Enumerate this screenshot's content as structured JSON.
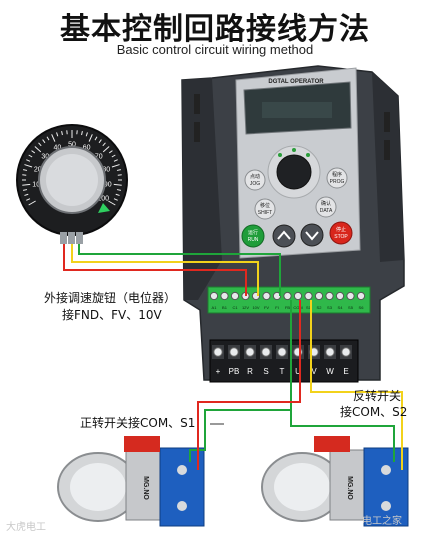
{
  "title": "基本控制回路接线方法",
  "subtitle": "Basic control circuit wiring method",
  "operator_panel": {
    "header": "DGTAL OPERATOR",
    "keys": {
      "jog": [
        "点动",
        "JOG"
      ],
      "prog": [
        "程序",
        "PROG"
      ],
      "shift": [
        "移位",
        "SHIFT"
      ],
      "data": [
        "确认",
        "DATA"
      ],
      "run": [
        "运行",
        "RUN"
      ],
      "stop": [
        "停止",
        "STOP"
      ]
    }
  },
  "knob_scale": [
    "10",
    "20",
    "30",
    "40",
    "50",
    "60",
    "70",
    "80",
    "90",
    "100"
  ],
  "control_terminals": [
    "A1",
    "B1",
    "C1",
    "12V",
    "10V",
    "FV",
    "FI",
    "FB",
    "COM",
    "S1",
    "S2",
    "S3",
    "S4",
    "S5",
    "S6"
  ],
  "power_terminals": [
    "+",
    "PB",
    "R",
    "S",
    "T",
    "U",
    "V",
    "W",
    "E"
  ],
  "labels": {
    "knob_line1": "外接调速旋钮（电位器）",
    "knob_line2": "接FND、FV、10V",
    "forward": "正转开关接COM、S1",
    "reverse_line1": "反转开关",
    "reverse_line2": "接COM、S2"
  },
  "switch_brand": "MG.NO",
  "watermarks": {
    "left": "大虎电工",
    "right": "电工之家"
  },
  "colors": {
    "wire_red": "#e0281f",
    "wire_green": "#1fa53a",
    "wire_yellow": "#f2d21b",
    "inverter_body": "#3c4046",
    "terminal_strip": "#2fb84a"
  }
}
